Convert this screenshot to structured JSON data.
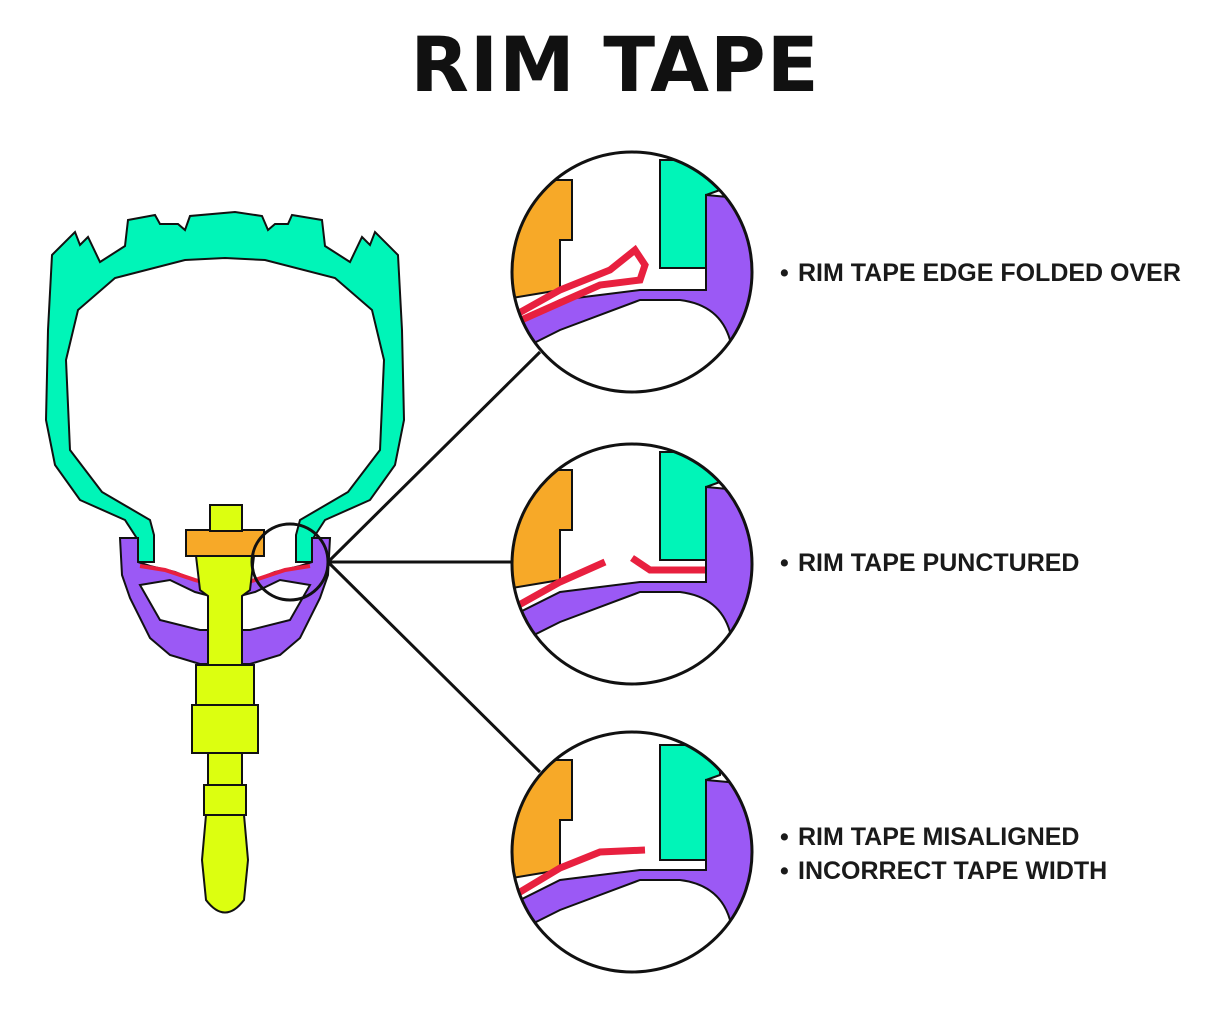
{
  "title": "RIM TAPE",
  "colors": {
    "tire": "#00F5B8",
    "rim": "#9B59F5",
    "valve": "#DCFF10",
    "valve_nut": "#F7A928",
    "tape": "#E8203F",
    "line": "#111111"
  },
  "callouts": [
    {
      "lines": [
        "RIM TAPE EDGE FOLDED OVER"
      ]
    },
    {
      "lines": [
        "RIM TAPE PUNCTURED"
      ]
    },
    {
      "lines": [
        "RIM TAPE MISALIGNED",
        "INCORRECT TAPE WIDTH"
      ]
    }
  ]
}
